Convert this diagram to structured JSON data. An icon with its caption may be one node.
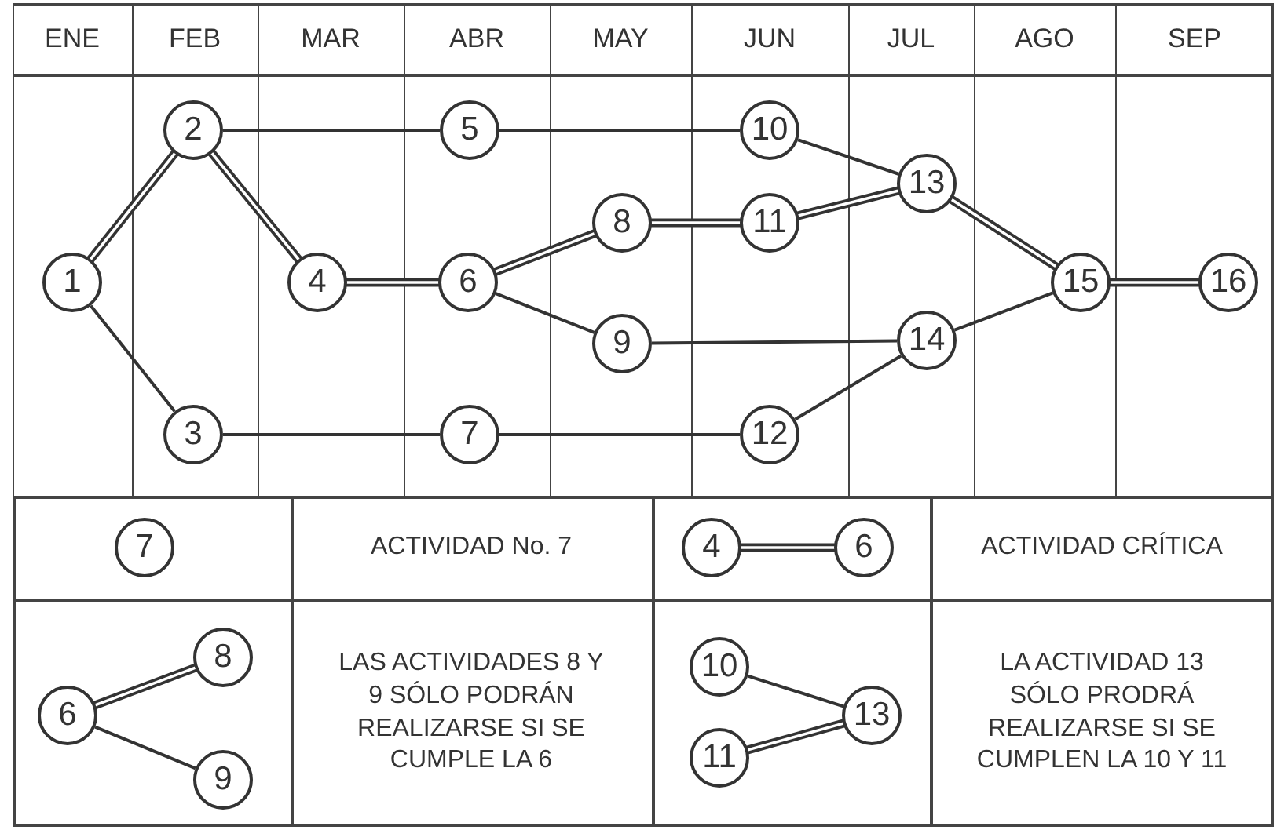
{
  "diagram": {
    "nodes": [
      {
        "text": [
          "1"
        ]
      },
      {
        "text": [
          "2"
        ]
      },
      {
        "text": [
          "3"
        ]
      },
      {
        "text": [
          "4"
        ]
      },
      {
        "text": [
          "5"
        ]
      },
      {
        "text": [
          "6"
        ]
      },
      {
        "text": [
          "7"
        ]
      },
      {
        "text": [
          "8"
        ]
      },
      {
        "text": [
          "9"
        ]
      },
      {
        "text": [
          "10"
        ]
      },
      {
        "text": [
          "11"
        ]
      },
      {
        "text": [
          "12"
        ]
      },
      {
        "text": [
          "13"
        ]
      },
      {
        "text": [
          "14"
        ]
      },
      {
        "text": [
          "15"
        ]
      },
      {
        "text": [
          "16"
        ]
      },
      {
        "text": [
          "7"
        ]
      },
      {
        "text": [
          "4"
        ]
      },
      {
        "text": [
          "6"
        ]
      },
      {
        "text": [
          "6"
        ]
      },
      {
        "text": [
          "8"
        ]
      },
      {
        "text": [
          "9"
        ]
      },
      {
        "text": [
          "10"
        ]
      },
      {
        "text": [
          "11"
        ]
      },
      {
        "text": [
          "13"
        ]
      }
    ],
    "edges": [
      {
        "from": 0,
        "to": 1,
        "arrow": "none",
        "style": "thick"
      },
      {
        "from": 0,
        "to": 2,
        "arrow": "none"
      },
      {
        "from": 1,
        "to": 4,
        "arrow": "none"
      },
      {
        "from": 4,
        "to": 9,
        "arrow": "none"
      },
      {
        "from": 1,
        "to": 3,
        "arrow": "none",
        "style": "thick"
      },
      {
        "from": 2,
        "to": 6,
        "arrow": "none"
      },
      {
        "from": 6,
        "to": 11,
        "arrow": "none"
      },
      {
        "from": 3,
        "to": 5,
        "arrow": "none",
        "style": "thick"
      },
      {
        "from": 5,
        "to": 7,
        "arrow": "none",
        "style": "thick"
      },
      {
        "from": 5,
        "to": 8,
        "arrow": "none"
      },
      {
        "from": 7,
        "to": 10,
        "arrow": "none",
        "style": "thick"
      },
      {
        "from": 8,
        "to": 13,
        "arrow": "none"
      },
      {
        "from": 9,
        "to": 12,
        "arrow": "none"
      },
      {
        "from": 10,
        "to": 12,
        "arrow": "none",
        "style": "thick"
      },
      {
        "from": 11,
        "to": 13,
        "arrow": "none"
      },
      {
        "from": 12,
        "to": 14,
        "arrow": "none",
        "style": "thick"
      },
      {
        "from": 13,
        "to": 14,
        "arrow": "none"
      },
      {
        "from": 14,
        "to": 15,
        "arrow": "none",
        "style": "thick"
      },
      {
        "from": 17,
        "to": 18,
        "arrow": "none",
        "style": "thick"
      },
      {
        "from": 19,
        "to": 20,
        "arrow": "none",
        "style": "thick"
      },
      {
        "from": 19,
        "to": 21,
        "arrow": "none"
      },
      {
        "from": 22,
        "to": 24,
        "arrow": "none"
      },
      {
        "from": 23,
        "to": 24,
        "arrow": "none",
        "style": "thick"
      }
    ],
    "labels": [
      "ENE",
      "FEB",
      "MAR",
      "ABR",
      "MAY",
      "JUN",
      "JUL",
      "AGO",
      "SEP",
      "ACTIVIDAD No. 7",
      "ACTIVIDAD CRÍTICA",
      "LAS ACTIVIDADES 8 Y 9 SÓLO PODRÁN REALIZARSE SI SE CUMPLE LA 6",
      "LA ACTIVIDAD 13 SÓLO PRODRÁ REALIZARSE SI SE CUMPLEN LA 10 Y 11"
    ]
  }
}
